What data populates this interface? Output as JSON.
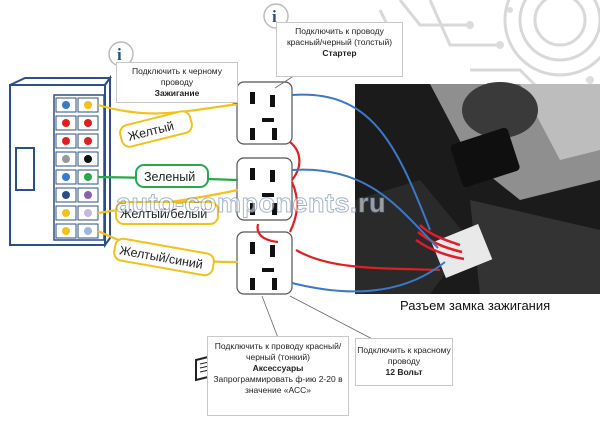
{
  "callouts": {
    "ignition": {
      "text": "Подключить к черному проводу",
      "bold": "Зажигание"
    },
    "starter": {
      "text": "Подключить к проводу красный/черный (толстый)",
      "bold": "Стартер"
    },
    "accessory": {
      "text": "Подключить к проводу красный/черный (тонкий)",
      "bold": "Аксессуары",
      "note": "Запрограммировать ф-ию 2-20 в значение «АСС»"
    },
    "power": {
      "text": "Подключить к красному проводу",
      "bold": "12 Вольт"
    }
  },
  "wires": {
    "yellow": "Желтый",
    "green": "Зеленый",
    "yellow_white": "Желтый/белый",
    "yellow_blue": "Желтый/синий"
  },
  "photo_caption": "Разъем замка зажигания",
  "watermark": "auto-components.ru",
  "icons": {
    "info": "info-icon",
    "book": "book-icon"
  },
  "colors": {
    "yellow": "#f2c21a",
    "green": "#28a84a",
    "blue": "#3a78c8",
    "red": "#e02020",
    "connector": "#2a4f8a"
  }
}
